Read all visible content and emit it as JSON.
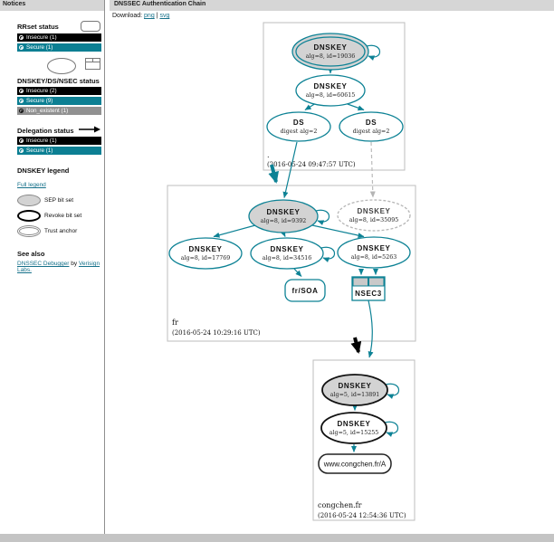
{
  "header": {
    "title": "DNSSEC Authentication Chain",
    "download_label": "Download:",
    "png_label": "png",
    "separator": "|",
    "svg_label": "svg"
  },
  "sidebar": {
    "title": "Notices",
    "rrset": {
      "heading": "RRset status",
      "items": [
        {
          "label": "Insecure (1)",
          "color": "#000000"
        },
        {
          "label": "Secure (1)",
          "color": "#0c7f93"
        }
      ]
    },
    "dnskey_status": {
      "heading": "DNSKEY/DS/NSEC status",
      "items": [
        {
          "label": "Insecure (2)",
          "color": "#000000"
        },
        {
          "label": "Secure (9)",
          "color": "#0c7f93"
        },
        {
          "label": "Non_existent (1)",
          "color": "#919191"
        }
      ]
    },
    "delegation": {
      "heading": "Delegation status",
      "items": [
        {
          "label": "Insecure (1)",
          "color": "#000000"
        },
        {
          "label": "Secure (1)",
          "color": "#0c7f93"
        }
      ]
    },
    "legend": {
      "heading": "DNSKEY legend",
      "full_legend_link": "Full legend",
      "items": [
        "SEP bit set",
        "Revoke bit set",
        "Trust anchor"
      ]
    },
    "see_also": {
      "heading": "See also",
      "link1": "DNSSEC Debugger",
      "mid": "by",
      "link2": "Verisign Labs."
    }
  },
  "graph": {
    "zones": [
      {
        "name": ".",
        "timestamp": "(2016-05-24 09:47:57 UTC)"
      },
      {
        "name": "fr",
        "timestamp": "(2016-05-24 10:29:16 UTC)"
      },
      {
        "name": "congchen.fr",
        "timestamp": "(2016-05-24 12:54:36 UTC)"
      }
    ],
    "nodes": {
      "root_ksk": {
        "label": "DNSKEY",
        "sub": "alg=8, id=19036"
      },
      "root_zsk": {
        "label": "DNSKEY",
        "sub": "alg=8, id=60615"
      },
      "root_ds_left": {
        "label": "DS",
        "sub": "digest alg=2"
      },
      "root_ds_right": {
        "label": "DS",
        "sub": "digest alg=2"
      },
      "fr_ksk": {
        "label": "DNSKEY",
        "sub": "alg=8, id=9392"
      },
      "fr_key_35095": {
        "label": "DNSKEY",
        "sub": "alg=8, id=35095"
      },
      "fr_key_17769": {
        "label": "DNSKEY",
        "sub": "alg=8, id=17769"
      },
      "fr_key_34516": {
        "label": "DNSKEY",
        "sub": "alg=8, id=34516"
      },
      "fr_key_5263": {
        "label": "DNSKEY",
        "sub": "alg=8, id=5263"
      },
      "fr_soa": {
        "label": "fr/SOA"
      },
      "fr_nsec3": {
        "label": "NSEC3"
      },
      "cc_ksk": {
        "label": "DNSKEY",
        "sub": "alg=5, id=13891"
      },
      "cc_zsk": {
        "label": "DNSKEY",
        "sub": "alg=5, id=15255"
      },
      "cc_a": {
        "label": "www.congchen.fr/A"
      }
    },
    "colors": {
      "secure": "#0d8295",
      "insecure": "#000000",
      "non_existent": "#919191",
      "sep_fill": "#d3d3d3",
      "link": "#16718a",
      "box_border": "#bdbdbd"
    }
  }
}
